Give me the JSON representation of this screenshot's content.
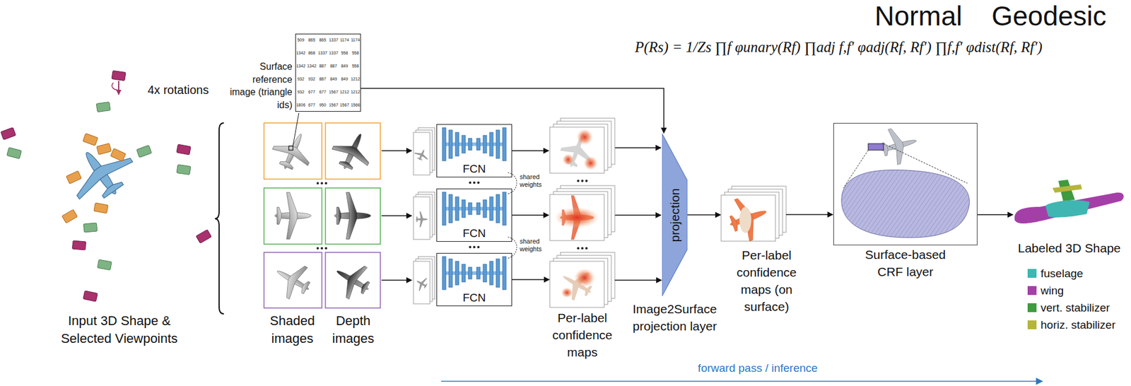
{
  "diagram": {
    "nodes": [
      {
        "text": [
          "Surface reference image (triangle ids)"
        ]
      },
      {
        "text": [
          "FCN"
        ]
      },
      {
        "text": [
          "FCN"
        ]
      },
      {
        "text": [
          "FCN"
        ]
      },
      {
        "text": [
          "Per-label confidence maps"
        ]
      },
      {
        "text": [
          "projection",
          "Image2Surface projection layer"
        ]
      },
      {
        "text": [
          "Per-label confidence maps (on surface)"
        ]
      },
      {
        "text": [
          "Surface-based CRF layer"
        ]
      },
      {
        "text": [
          "Labeled 3D Shape"
        ]
      }
    ],
    "edges": [
      {
        "from": 0,
        "to": 5,
        "arrow": "to"
      },
      {
        "from": 3,
        "to": 4,
        "arrow": "to"
      },
      {
        "from": 4,
        "to": 5,
        "arrow": "to"
      },
      {
        "from": 5,
        "to": 6,
        "arrow": "to"
      },
      {
        "from": 6,
        "to": 7,
        "arrow": "to"
      },
      {
        "from": 7,
        "to": 8,
        "arrow": "to"
      }
    ],
    "labels": [
      "Normal",
      "Geodesic",
      "P(Rs) = 1/Zs ∏f φunary(Rf) ∏adj f,f′ φadj(Rf, Rf′) ∏f,f′ φdist(Rf, Rf′)",
      "4x rotations",
      "509",
      "865",
      "865",
      "1337",
      "1174",
      "1174",
      "1342",
      "868",
      "1337",
      "1337",
      "558",
      "558",
      "1342",
      "1342",
      "887",
      "887",
      "849",
      "558",
      "932",
      "932",
      "887",
      "849",
      "849",
      "1212",
      "932",
      "677",
      "677",
      "1567",
      "1212",
      "1212",
      "1806",
      "677",
      "950",
      "1567",
      "1567",
      "1566",
      "Input 3D Shape & Selected Viewpoints",
      "Shaded images",
      "Depth images",
      "shared weights",
      "shared weights",
      "forward pass / inference"
    ],
    "legend": [
      {
        "text": "fuselage",
        "color": "#3fb6b2"
      },
      {
        "text": "wing",
        "color": "#a53fa8"
      },
      {
        "text": "vert. stabilizer",
        "color": "#3e9b3e"
      },
      {
        "text": "horiz. stabilizer",
        "color": "#b5b53c"
      }
    ]
  }
}
